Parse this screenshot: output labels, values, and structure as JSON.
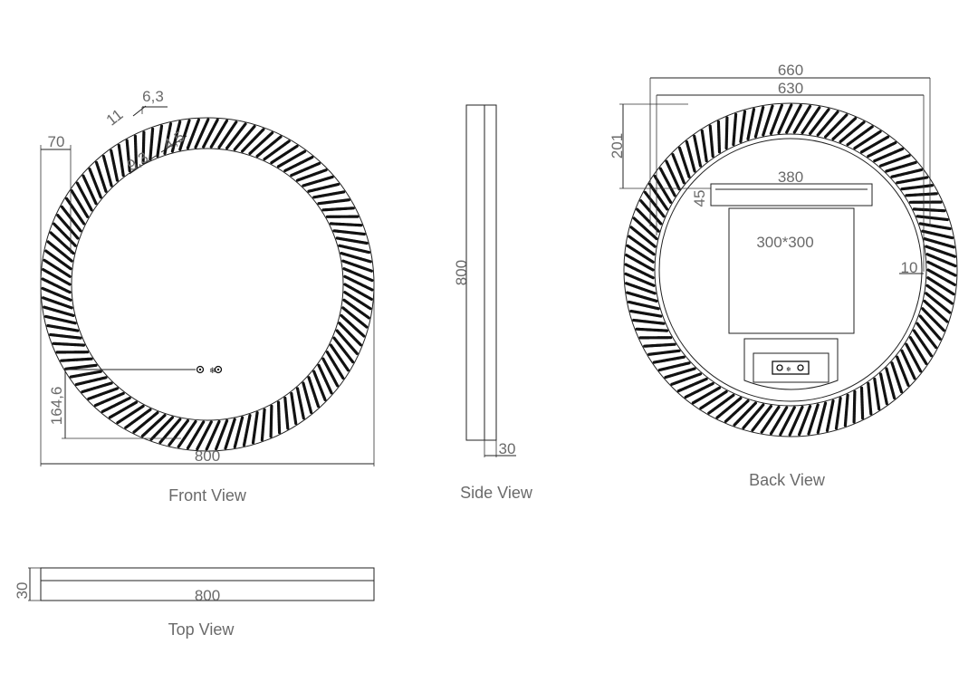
{
  "views": {
    "front": {
      "title": "Front View",
      "width": "800",
      "bezel": "70",
      "rib_pitch": "11",
      "rib_gap": "6,3",
      "rib_a": "9,3",
      "rib_b": "4,5",
      "sensor_height": "164,6"
    },
    "side": {
      "title": "Side View",
      "height": "800",
      "depth": "30"
    },
    "back": {
      "title": "Back View",
      "outer": "660",
      "inner": "630",
      "top_offset": "201",
      "bracket_width": "380",
      "bracket_height": "45",
      "plate": "300*300",
      "edge": "10"
    },
    "top": {
      "title": "Top View",
      "width": "800",
      "depth": "30"
    }
  },
  "colors": {
    "line": "#111111",
    "text": "#6a6a6a",
    "background": "#ffffff"
  }
}
